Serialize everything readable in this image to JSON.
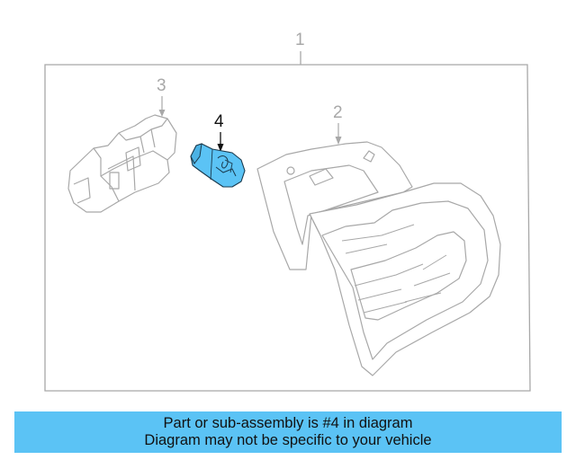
{
  "diagram": {
    "callouts": {
      "assembly": "1",
      "housing": "2",
      "socket": "3",
      "bulb": "4"
    },
    "highlight_color": "#5bc3f5",
    "line_color": "#a8a8a8"
  },
  "banner": {
    "line1": "Part or sub-assembly is #4 in diagram",
    "line2": "Diagram may not be specific to your vehicle"
  }
}
